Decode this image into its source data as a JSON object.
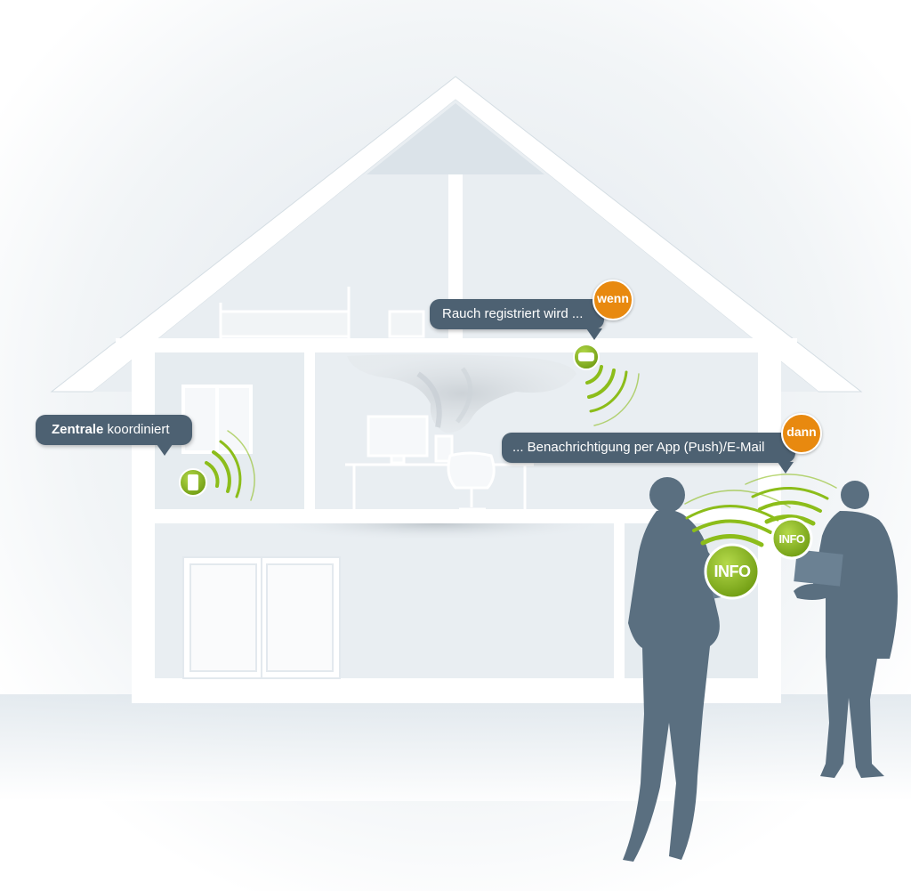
{
  "callouts": {
    "central": {
      "bold": "Zentrale",
      "rest": " koordiniert"
    },
    "smoke": {
      "text": "Rauch registriert wird ...",
      "badge": "wenn"
    },
    "notify": {
      "text": "... Benachrichtigung per App (Push)/E-Mail",
      "badge": "dann"
    }
  },
  "info_label": "INFO",
  "colors": {
    "bubble": "#4d6172",
    "badge_orange": "#e8890f",
    "signal_green": "#8cbd1a",
    "silhouette": "#5a6f80",
    "house_wall": "#ffffff",
    "interior": "#e9eef2"
  },
  "icons": [
    "central-unit-icon",
    "smoke-detector-icon",
    "signal-waves-icon",
    "info-icon",
    "person-silhouette"
  ]
}
